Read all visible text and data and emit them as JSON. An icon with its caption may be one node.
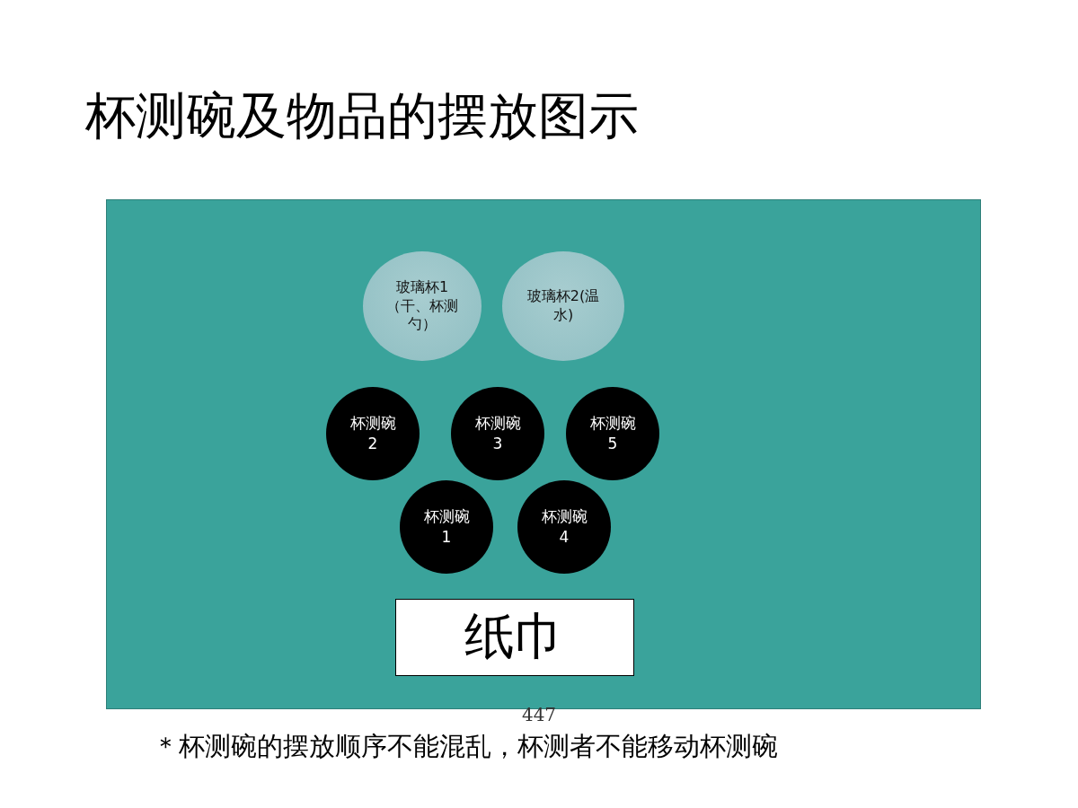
{
  "diagram": {
    "title": "杯测碗及物品的摆放图示",
    "nodes": [
      {
        "text": [],
        "shape": "box"
      },
      {
        "text": [
          "玻璃杯1（干、杯测勺）"
        ],
        "in": 0
      },
      {
        "text": [
          "玻璃杯2(温水)"
        ],
        "in": 0
      },
      {
        "text": [
          "杯测碗2"
        ],
        "in": 0
      },
      {
        "text": [
          "杯测碗3"
        ],
        "in": 0
      },
      {
        "text": [
          "杯测碗5"
        ],
        "in": 0
      },
      {
        "text": [
          "杯测碗1"
        ],
        "in": 0
      },
      {
        "text": [
          "杯测碗4"
        ],
        "in": 0
      },
      {
        "text": [
          "纸巾"
        ],
        "in": 0
      }
    ],
    "edges": [],
    "labels": [
      "447"
    ],
    "caption": "＊杯测碗的摆放顺序不能混乱，杯测者不能移动杯测碗"
  }
}
